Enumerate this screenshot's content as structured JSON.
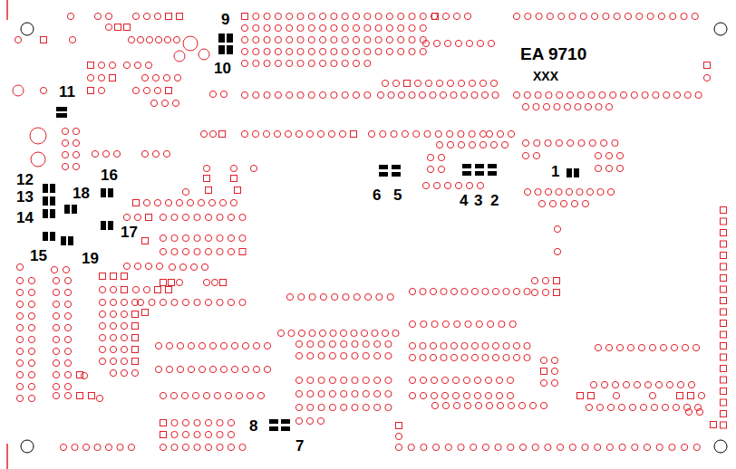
{
  "diagram": {
    "labels": [
      "9",
      "10",
      "EA 9710",
      "XXX",
      "11",
      "1",
      "6",
      "5",
      "4",
      "3",
      "2",
      "12",
      "16",
      "13",
      "18",
      "14",
      "17",
      "15",
      "19",
      "8",
      "7"
    ]
  }
}
